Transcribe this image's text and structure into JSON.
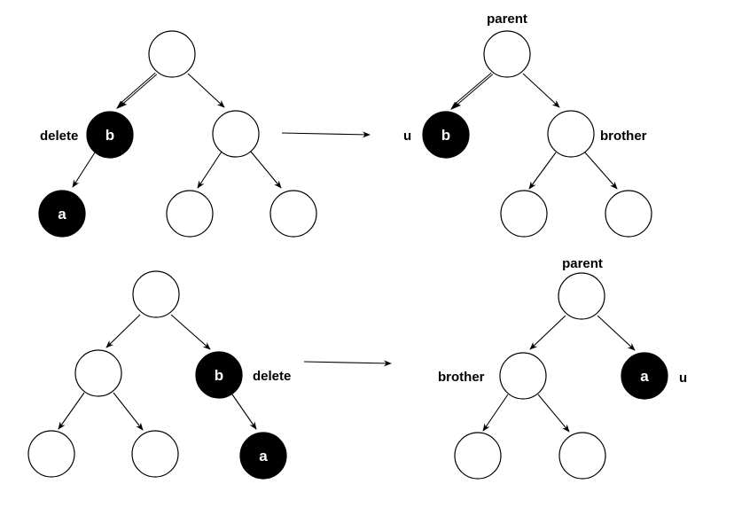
{
  "diagrams": [
    {
      "id": "top",
      "before": {
        "root": {
          "label": "",
          "color": "white"
        },
        "left": {
          "label": "b",
          "color": "black",
          "annotation": "delete"
        },
        "left_child": {
          "label": "a",
          "color": "black"
        },
        "right": {
          "label": "",
          "color": "white"
        },
        "right_left": {
          "label": "",
          "color": "white"
        },
        "right_right": {
          "label": "",
          "color": "white"
        }
      },
      "after": {
        "root": {
          "label": "",
          "color": "white",
          "annotation": "parent"
        },
        "left": {
          "label": "b",
          "color": "black",
          "annotation": "u"
        },
        "right": {
          "label": "",
          "color": "white",
          "annotation": "brother"
        },
        "right_left": {
          "label": "",
          "color": "white"
        },
        "right_right": {
          "label": "",
          "color": "white"
        }
      }
    },
    {
      "id": "bottom",
      "before": {
        "root": {
          "label": "",
          "color": "white"
        },
        "left": {
          "label": "",
          "color": "white"
        },
        "left_left": {
          "label": "",
          "color": "white"
        },
        "left_right": {
          "label": "",
          "color": "white"
        },
        "right": {
          "label": "b",
          "color": "black",
          "annotation": "delete"
        },
        "right_child": {
          "label": "a",
          "color": "black"
        }
      },
      "after": {
        "root": {
          "label": "",
          "color": "white",
          "annotation": "parent"
        },
        "left": {
          "label": "",
          "color": "white",
          "annotation": "brother"
        },
        "left_left": {
          "label": "",
          "color": "white"
        },
        "left_right": {
          "label": "",
          "color": "white"
        },
        "right": {
          "label": "a",
          "color": "black",
          "annotation": "u"
        }
      }
    }
  ],
  "colors": {
    "black_node": "#000000",
    "white_node": "#ffffff",
    "stroke": "#000000",
    "label_on_black": "#ffffff"
  }
}
